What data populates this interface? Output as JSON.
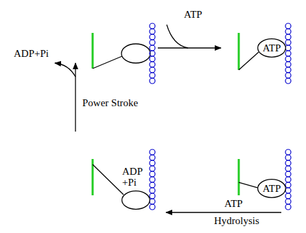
{
  "diagram": {
    "nodes": [
      {
        "text": [
          "ATP"
        ]
      },
      {
        "text": [
          "ADP +Pi"
        ]
      },
      {
        "text": [
          "ATP"
        ]
      }
    ],
    "labels": [
      "ATP",
      "ADP+Pi",
      "Power Stroke",
      "ATP",
      "Hydrolysis"
    ]
  }
}
